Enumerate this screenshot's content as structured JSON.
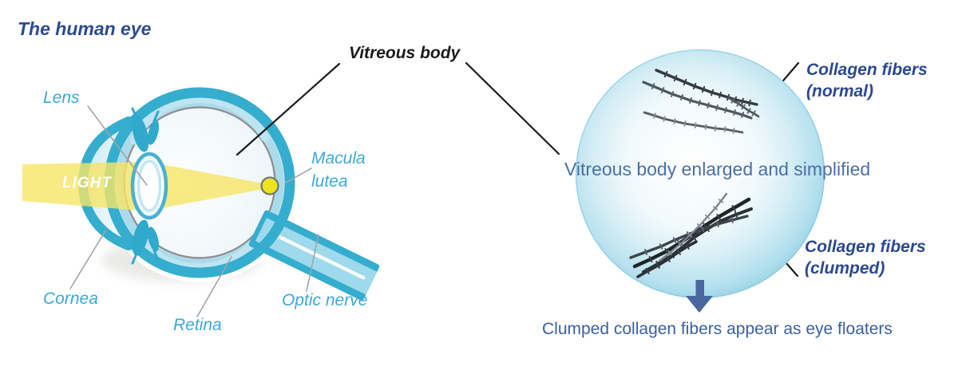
{
  "eye": {
    "title": "The human eye",
    "light_label": "LIGHT",
    "labels": {
      "lens": "Lens",
      "cornea": "Cornea",
      "retina": "Retina",
      "optic_nerve": "Optic nerve",
      "macula_line1": "Macula",
      "macula_line2": "lutea",
      "vitreous_body": "Vitreous body"
    }
  },
  "vitreous": {
    "enlarged_caption": "Vitreous body enlarged and simplified",
    "fibers_normal_line1": "Collagen fibers",
    "fibers_normal_line2": "(normal)",
    "fibers_clumped_line1": "Collagen fibers",
    "fibers_clumped_line2": "(clumped)",
    "bottom_caption": "Clumped collagen fibers appear as eye floaters"
  },
  "icons": {
    "down_arrow": "down-arrow-icon"
  },
  "colors": {
    "title_navy": "#2B4A8F",
    "label_blue": "#3BA8DC",
    "fiber_label_navy": "#2B4890",
    "enlarged_text_blue": "#4A6FA8",
    "caption_blue": "#3A5FA3",
    "arrow_blue": "#49689F",
    "eye_teal": "#35ADCE",
    "inner_ring_light_blue": "#A9DBEA",
    "retina_gray": "#8A9096",
    "beam_yellow": "#F6E567",
    "macula_yellow": "#EEE31D",
    "sphere_edge_blue": "#82C8DF",
    "fiber_dark": "#2B3137"
  }
}
